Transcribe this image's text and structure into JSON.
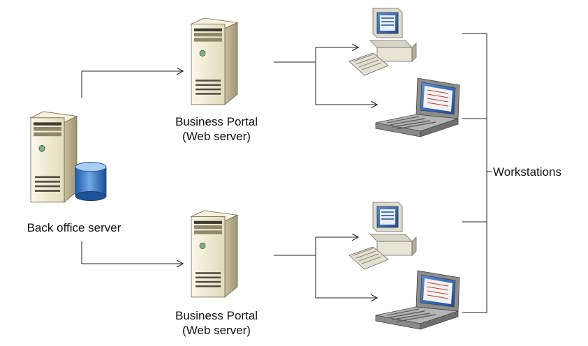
{
  "nodes": {
    "back_office": {
      "label": "Back office server",
      "icon": "server-database-icon"
    },
    "portal_top": {
      "label_line1": "Business Portal",
      "label_line2": "(Web server)",
      "icon": "tower-server-icon"
    },
    "portal_bottom": {
      "label_line1": "Business Portal",
      "label_line2": "(Web server)",
      "icon": "tower-server-icon"
    },
    "workstations": {
      "label": "Workstations"
    },
    "clients": [
      {
        "icon": "desktop-computer-icon"
      },
      {
        "icon": "laptop-icon"
      },
      {
        "icon": "desktop-computer-icon"
      },
      {
        "icon": "laptop-icon"
      }
    ]
  },
  "colors": {
    "line": "#222222",
    "server_body": "#efe9cf",
    "server_shadow": "#b9b08f",
    "database": "#3a78c6",
    "screen": "#2b5aa8"
  }
}
